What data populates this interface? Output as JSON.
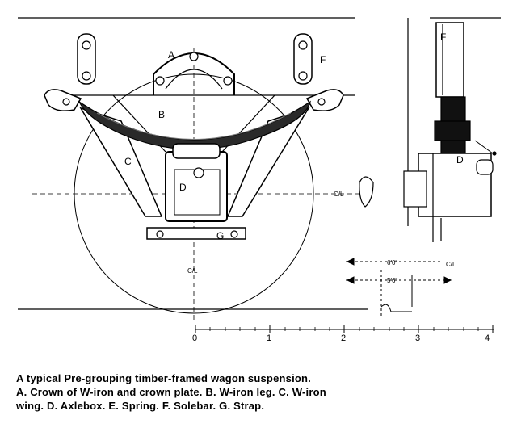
{
  "diagram": {
    "labels": {
      "crown": "A",
      "w_iron_leg": "B",
      "w_iron_wing": "C",
      "axlebox": "D",
      "strap": "G",
      "solebar_front": "F",
      "solebar_side": "F",
      "axlebox_side": "D",
      "centre_line_wheel": "C/L",
      "centre_line_axle": "C/L",
      "centre_line_dim": "C/L"
    },
    "dimensions": {
      "width_1": "6'0\"",
      "width_2": "5'6\""
    },
    "scale": {
      "ticks": [
        "0",
        "1",
        "2",
        "3",
        "4"
      ]
    }
  },
  "caption": {
    "line1": "A typical Pre-grouping timber-framed wagon suspension.",
    "line2": "A. Crown of W-iron and crown plate. B. W-iron leg. C. W-iron",
    "line3": "wing. D. Axlebox. E. Spring. F. Solebar. G. Strap."
  }
}
